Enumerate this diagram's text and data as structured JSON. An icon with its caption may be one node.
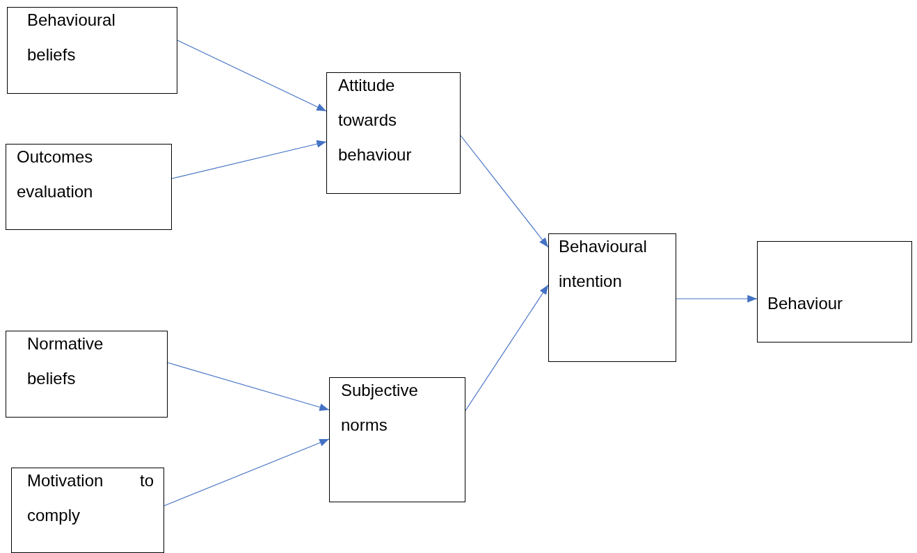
{
  "diagram": {
    "nodes": [
      {
        "text": [
          "Behavioural beliefs"
        ]
      },
      {
        "text": [
          "Outcomes evaluation"
        ]
      },
      {
        "text": [
          "Attitude towards behaviour"
        ]
      },
      {
        "text": [
          "Normative beliefs"
        ]
      },
      {
        "text": [
          "Motivation to comply"
        ]
      },
      {
        "text": [
          "Subjective norms"
        ]
      },
      {
        "text": [
          "Behavioural intention"
        ]
      },
      {
        "text": [
          "Behaviour"
        ]
      }
    ],
    "edges": [
      {
        "from": 0,
        "to": 2,
        "arrow": "to"
      },
      {
        "from": 1,
        "to": 2,
        "arrow": "to"
      },
      {
        "from": 2,
        "to": 6,
        "arrow": "to"
      },
      {
        "from": 3,
        "to": 5,
        "arrow": "to"
      },
      {
        "from": 4,
        "to": 5,
        "arrow": "to"
      },
      {
        "from": 5,
        "to": 6,
        "arrow": "to"
      },
      {
        "from": 6,
        "to": 7,
        "arrow": "to"
      }
    ]
  }
}
